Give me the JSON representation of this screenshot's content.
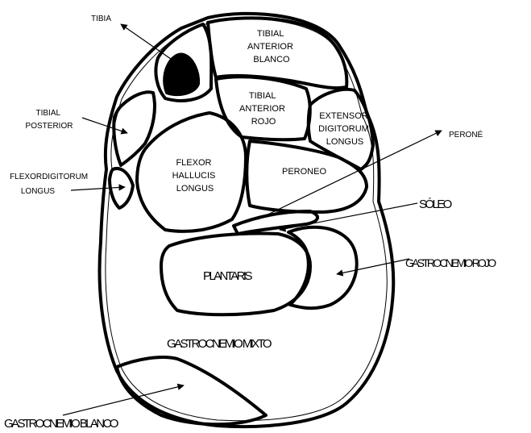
{
  "labels": {
    "tibia": "TIBIA",
    "tibial_anterior_blanco": [
      "TIBIAL",
      "ANTERIOR",
      "BLANCO"
    ],
    "tibial_anterior_rojo": [
      "TIBIAL",
      "ANTERIOR",
      "ROJO"
    ],
    "extensor_digitorum_longus": [
      "EXTENSOR",
      "DIGITORUM",
      "LONGUS"
    ],
    "tibial_posterior": [
      "TIBIAL",
      "POSTERIOR"
    ],
    "flexor_hallucis_longus": [
      "FLEXOR",
      "HALLUCIS",
      "LONGUS"
    ],
    "flexor_digitorum_longus": [
      "FLEXORDIGITORUM",
      "LONGUS"
    ],
    "peroneo": "PERONEO",
    "perone": "PERONÉ",
    "soleo": "SÓLEO",
    "gastrocnemio_rojo": "GASTROCNEMIO ROJO",
    "plantaris": "PLANTARIS",
    "gastrocnemio_mixto": "GASTROCNEMIO MIXTO",
    "gastrocnemio_blanco": "GASTROCNEMIO BLANCO"
  }
}
